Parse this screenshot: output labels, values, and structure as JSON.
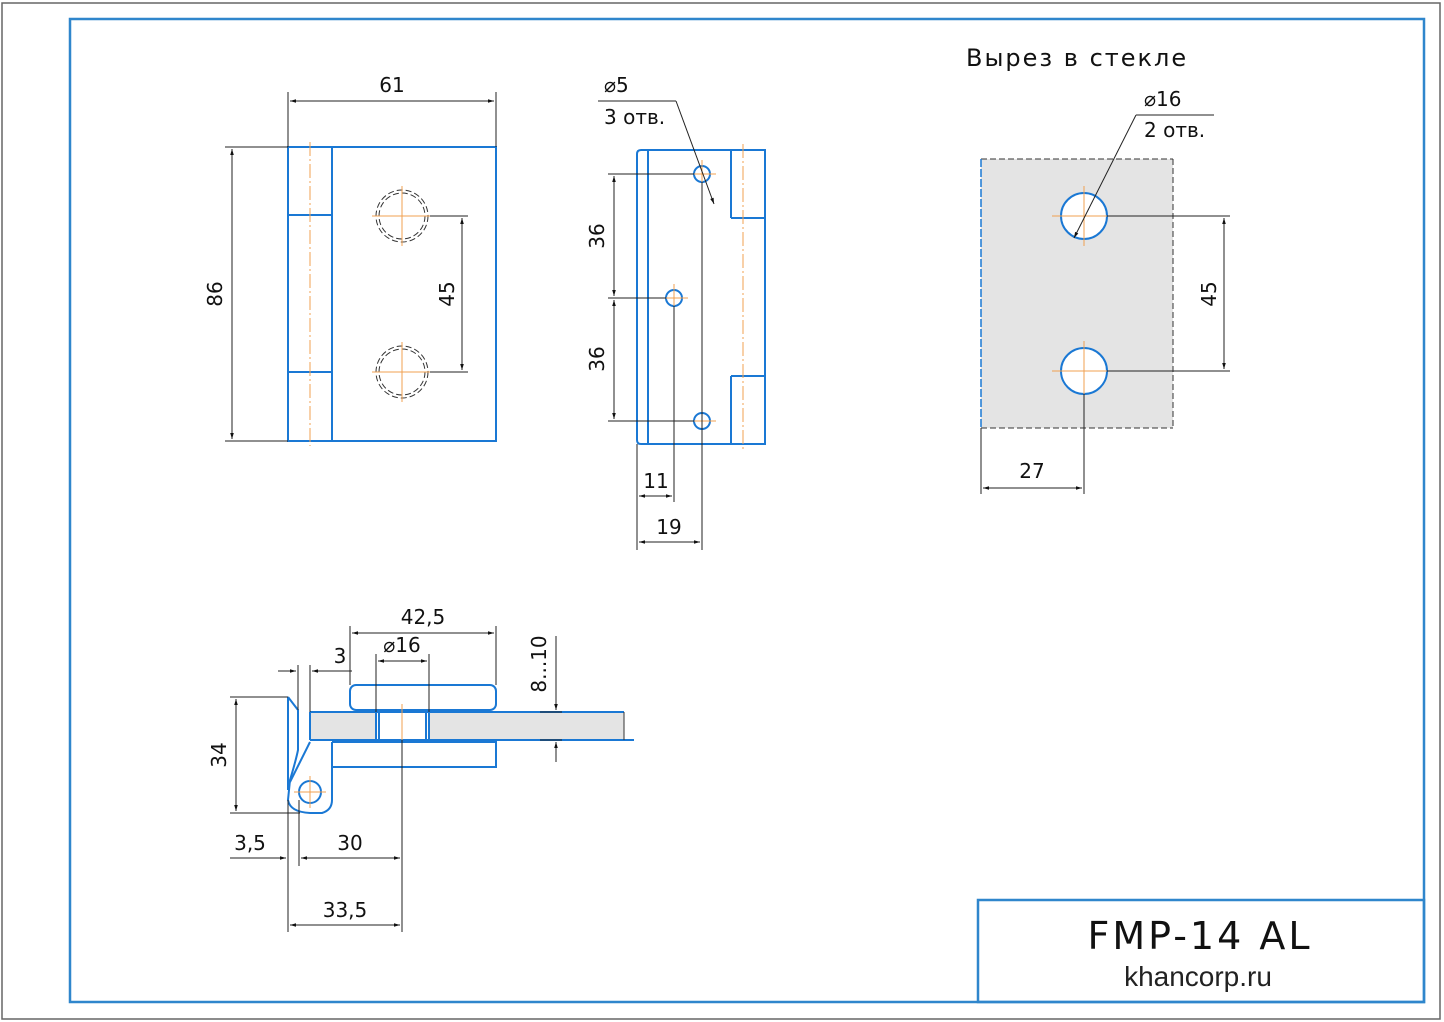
{
  "drawing": {
    "section_title": "Вырез в стекле",
    "title_block": {
      "model": "FMP-14 AL",
      "website": "khancorp.ru"
    },
    "front_view": {
      "width_dim": "61",
      "height_dim": "86",
      "hole_spacing_dim": "45"
    },
    "side_view": {
      "hole_callout_diameter": "⌀5",
      "hole_callout_count": "3 отв.",
      "spacing_top_dim": "36",
      "spacing_bottom_dim": "36",
      "offset_middle_dim": "11",
      "offset_outer_dim": "19"
    },
    "glass_cutout_view": {
      "hole_callout_diameter": "⌀16",
      "hole_callout_count": "2 отв.",
      "hole_spacing_dim": "45",
      "edge_offset_dim": "27"
    },
    "section_view": {
      "length_dim": "42,5",
      "hole_diameter_dim": "⌀16",
      "gap_dim": "3",
      "glass_thickness_dim": "8...10",
      "height_dim": "34",
      "pivot_offset_dim": "3,5",
      "axis_to_hole_dim": "30",
      "total_offset_dim": "33,5"
    }
  },
  "colors": {
    "outline": "#1a78d4",
    "axis": "#f0a050",
    "glass": "#e4e4e4",
    "frame": "#2f86cc"
  }
}
